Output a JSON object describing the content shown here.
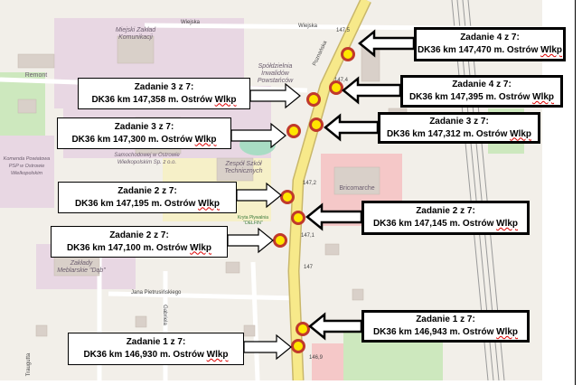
{
  "map": {
    "labels": {
      "mzk": "Miejski Zakład Komunikacji",
      "school": "Zespół Szkół Technicznych",
      "cooperative": "Spółdzielnia Inwalidów Powstańców",
      "furniture": "Zakłady Meblarskie \"Dąb\"",
      "police": "Komenda Powiatowa PSP w Ostrowie Wielkopolskim",
      "remont": "Remont",
      "bricomarche": "Bricomarche",
      "pool": "Kryta Pływalnia \"DELFIN\"",
      "car_repair": "Samochodowej w Ostrowie Wielkopolskim Sp. z o.o."
    },
    "streets": {
      "wiejska": "Wiejska",
      "wiejska2": "Wiejska",
      "poznanska": "Poznańska",
      "pietrusinskiego": "Jana Pietrusińskiego",
      "traugutta": "Traugutta",
      "gabrielli": "Gabriela"
    },
    "km_markers": [
      "147,5",
      "147,4",
      "147,2",
      "147,1",
      "147",
      "146,9"
    ],
    "colors": {
      "road": "#f7e98a",
      "dot_fill": "#ffe600",
      "dot_ring": "#c0392b",
      "land": "#f2efe9",
      "purple_area": "#e8d7e3",
      "green": "#cde8be",
      "pink": "#f5c8c8"
    }
  },
  "callouts": [
    {
      "title": "Zadanie 4 z 7:",
      "line2_prefix": "DK36 km 147,470 m. Ostrów",
      "line2_suffix": "Wlkp",
      "side": "right"
    },
    {
      "title": "Zadanie 4 z 7:",
      "line2_prefix": "DK36 km 147,395 m. Ostrów",
      "line2_suffix": "Wlkp",
      "side": "right"
    },
    {
      "title": "Zadanie 3 z 7:",
      "line2_prefix": "DK36 km 147,312 m. Ostrów",
      "line2_suffix": "Wlkp",
      "side": "right"
    },
    {
      "title": "Zadanie 3 z 7:",
      "line2_prefix": "DK36 km 147,358 m. Ostrów",
      "line2_suffix": "Wlkp",
      "side": "left"
    },
    {
      "title": "Zadanie 3 z 7:",
      "line2_prefix": "DK36 km 147,300 m. Ostrów",
      "line2_suffix": "Wlkp",
      "side": "left"
    },
    {
      "title": "Zadanie 2 z 7:",
      "line2_prefix": "DK36 km 147,195 m. Ostrów",
      "line2_suffix": "Wlkp",
      "side": "left"
    },
    {
      "title": "Zadanie 2 z 7:",
      "line2_prefix": "DK36 km 147,145 m. Ostrów",
      "line2_suffix": "Wlkp",
      "side": "right"
    },
    {
      "title": "Zadanie 2 z 7:",
      "line2_prefix": "DK36 km 147,100 m. Ostrów",
      "line2_suffix": "Wlkp",
      "side": "left"
    },
    {
      "title": "Zadanie 1 z 7:",
      "line2_prefix": "DK36 km 146,943 m. Ostrów",
      "line2_suffix": "Wlkp",
      "side": "right"
    },
    {
      "title": "Zadanie 1 z 7:",
      "line2_prefix": "DK36 km 146,930 m. Ostrów",
      "line2_suffix": "Wlkp",
      "side": "left"
    }
  ]
}
